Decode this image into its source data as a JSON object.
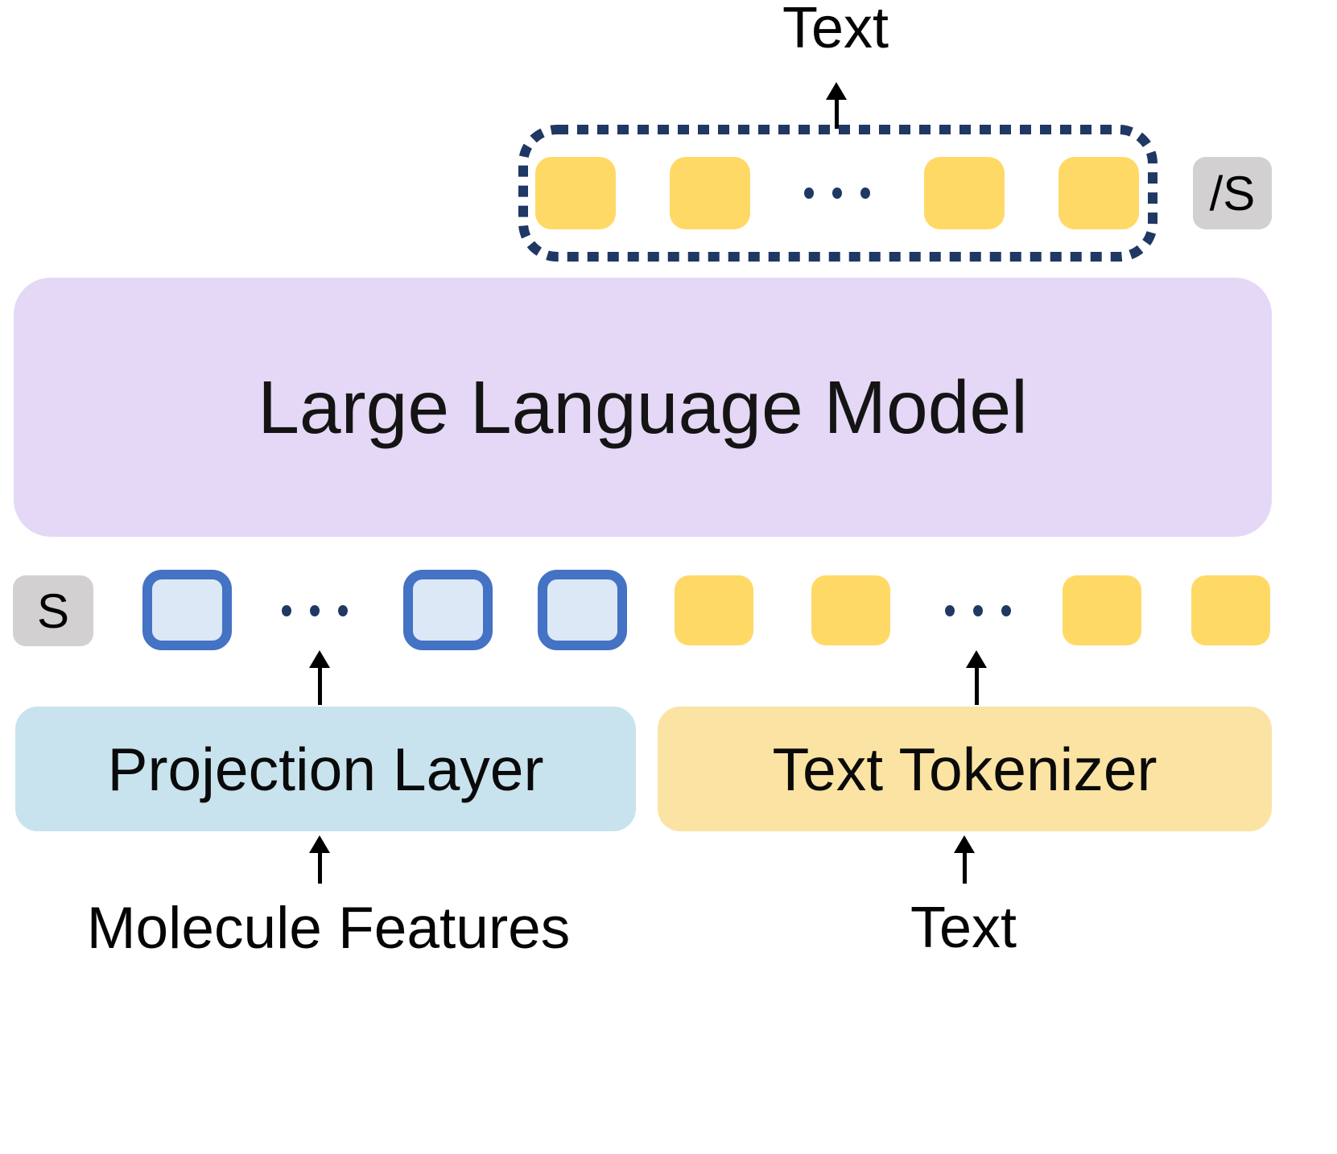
{
  "diagram": {
    "output": {
      "label_above": "Text",
      "end_token": "/S",
      "token_pattern": [
        "token",
        "token",
        "ellipsis",
        "token",
        "token"
      ]
    },
    "llm": {
      "label": "Large Language Model"
    },
    "input": {
      "start_token": "S",
      "molecule_token_pattern": [
        "token",
        "ellipsis",
        "token",
        "token"
      ],
      "text_token_pattern": [
        "token",
        "token",
        "ellipsis",
        "token",
        "token"
      ]
    },
    "projection": {
      "label": "Projection Layer"
    },
    "tokenizer": {
      "label": "Text Tokenizer"
    },
    "inputs": {
      "molecule_label": "Molecule Features",
      "text_label": "Text"
    },
    "colors": {
      "token_yellow": "#FFD966",
      "tokenizer_fill": "#FBE3A3",
      "projection_fill": "#C8E3EE",
      "llm_fill": "#E4D8F6",
      "molecule_token_border": "#4472C4",
      "molecule_token_fill": "#DCE8F6",
      "special_token_gray": "#D2D0D0",
      "outline_navy": "#1F3864",
      "arrow_black": "#000000"
    }
  }
}
